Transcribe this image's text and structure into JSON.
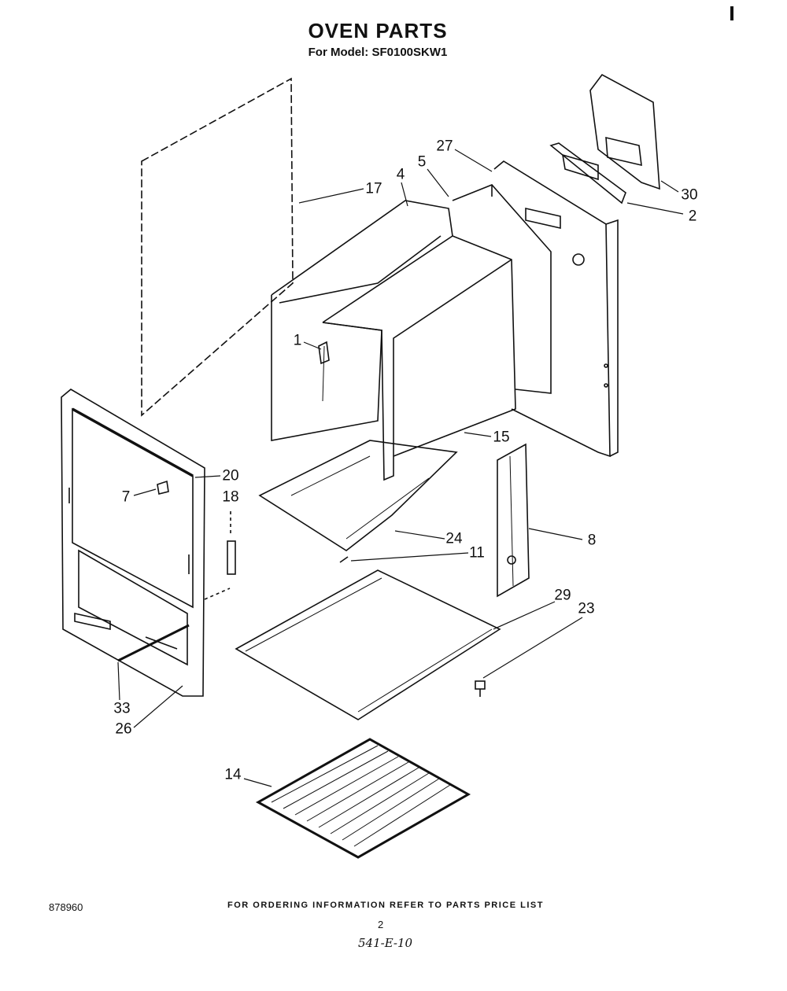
{
  "header": {
    "title": "OVEN PARTS",
    "subtitle": "For Model: SF0100SKW1"
  },
  "callouts": {
    "p1": "1",
    "p2": "2",
    "p4": "4",
    "p5": "5",
    "p7": "7",
    "p8": "8",
    "p11": "11",
    "p14": "14",
    "p15": "15",
    "p17": "17",
    "p18": "18",
    "p20": "20",
    "p23": "23",
    "p24": "24",
    "p26": "26",
    "p27": "27",
    "p29": "29",
    "p30": "30",
    "p33": "33"
  },
  "footer": {
    "ordering_note": "FOR ORDERING INFORMATION REFER TO PARTS PRICE LIST",
    "page_number": "2",
    "document_number": "878960",
    "handwritten_code": "541-E-10"
  }
}
